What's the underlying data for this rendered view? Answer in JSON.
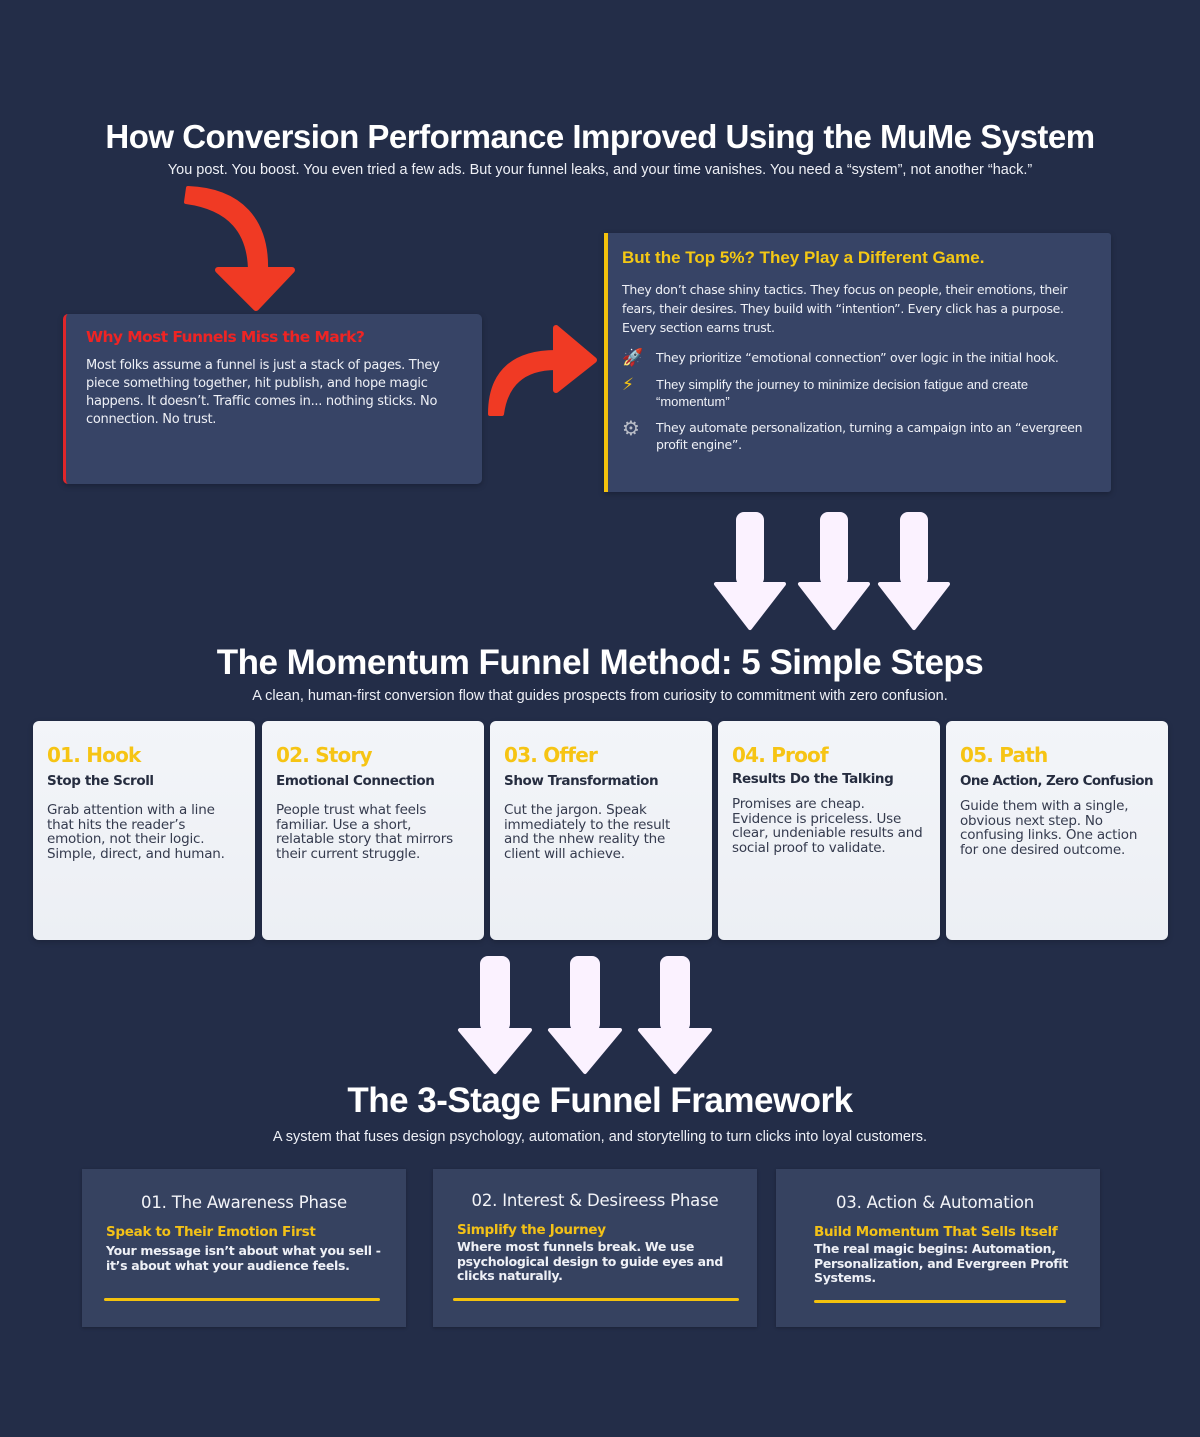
{
  "header": {
    "title": "How Conversion Performance Improved Using the MuMe System",
    "subtitle": "You post. You boost. You even tried a few ads. But your funnel leaks, and your time vanishes. You need a “system”, not another “hack.”"
  },
  "problem_card": {
    "title": "Why Most Funnels Miss the Mark?",
    "body": "Most folks assume a funnel is just a stack of pages. They piece something together, hit publish, and hope magic happens. It doesn’t. Traffic comes in... nothing sticks. No connection. No trust."
  },
  "top5_card": {
    "title": "But the Top 5%? They Play a Different Game.",
    "body": "They don’t chase shiny tactics. They focus on people, their emotions, their fears, their desires. They build with “intention”. Every click has a purpose. Every section earns trust.",
    "bullets": [
      {
        "icon": "rocket-icon",
        "glyph": "🚀",
        "text": "They prioritize “emotional connection” over logic in the initial hook."
      },
      {
        "icon": "lightning-icon",
        "glyph": "⚡",
        "text": "They simplify the journey to minimize decision fatigue and create “momentum”"
      },
      {
        "icon": "gear-icon",
        "glyph": "⚙",
        "text": "They automate personalization, turning a campaign into an “evergreen profit engine”."
      }
    ]
  },
  "method": {
    "title": "The Momentum Funnel Method: 5 Simple Steps",
    "subtitle": "A clean, human-first conversion flow that guides prospects from curiosity to commitment with zero confusion.",
    "steps": [
      {
        "number": "01. Hook",
        "title": "Stop the Scroll",
        "body": "Grab attention with a line that hits the reader’s emotion, not their logic. Simple, direct, and human."
      },
      {
        "number": "02. Story",
        "title": "Emotional Connection",
        "body": "People trust what feels familiar. Use a short, relatable story that mirrors their current struggle."
      },
      {
        "number": "03. Offer",
        "title": "Show Transformation",
        "body": "Cut the jargon. Speak immediately to the result and the nhew reality the client will achieve."
      },
      {
        "number": "04. Proof",
        "title": "Results Do the Talking",
        "body": "Promises are cheap. Evidence is priceless. Use clear, undeniable results and social proof to validate."
      },
      {
        "number": "05. Path",
        "title": "One Action, Zero Confusion",
        "body": "Guide them with a single, obvious next step. No confusing links. One action for one desired outcome."
      }
    ]
  },
  "framework": {
    "title": "The 3-Stage Funnel Framework",
    "subtitle": "A system that fuses design psychology, automation, and storytelling to turn clicks into loyal customers.",
    "stages": [
      {
        "heading": "01. The Awareness Phase",
        "tagline": "Speak to Their Emotion First",
        "body": "Your message isn’t about what you sell  - it’s about what your audience feels."
      },
      {
        "heading": "02. Interest & Desireess Phase",
        "tagline": "Simplify the Journey",
        "body": "Where most funnels break. We use psychological design to guide eyes and clicks naturally."
      },
      {
        "heading": "03. Action & Automation",
        "tagline": "Build Momentum That Sells Itself",
        "body": "The real magic begins: Automation, Personalization, and Evergreen Profit Systems."
      }
    ]
  },
  "colors": {
    "background": "#232d48",
    "card_dark": "#374466",
    "accent_yellow": "#f4c20d",
    "accent_red": "#ee2424",
    "arrow_red": "#f03a24",
    "arrow_white": "#fbf2ff",
    "card_light": "#f1f3f7"
  }
}
